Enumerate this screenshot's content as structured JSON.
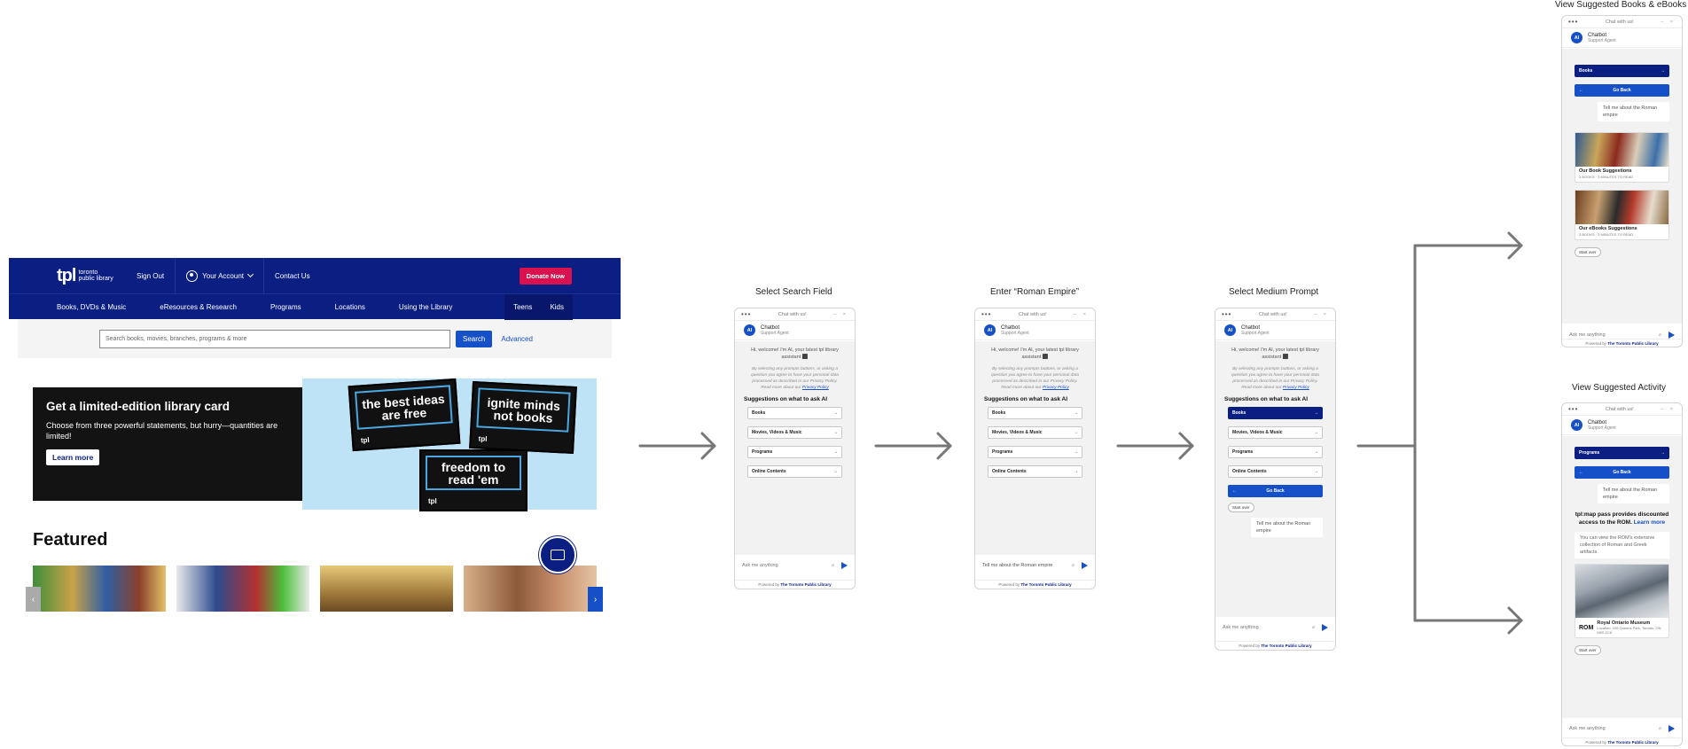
{
  "site": {
    "logo_mark": "tpl",
    "logo_text_1": "toronto",
    "logo_text_2": "public library",
    "sign_out": "Sign Out",
    "your_account": "Your Account",
    "contact_us": "Contact Us",
    "donate": "Donate Now",
    "nav": [
      "Books, DVDs & Music",
      "eResources & Research",
      "Programs",
      "Locations",
      "Using the Library"
    ],
    "nav_right": [
      "Teens",
      "Kids"
    ],
    "search_placeholder": "Search books, movies, branches, programs & more",
    "search_button": "Search",
    "advanced": "Advanced",
    "hero_title": "Get a limited-edition library card",
    "hero_body": "Choose from three powerful statements, but hurry—quantities are limited!",
    "learn_more": "Learn more",
    "cards": [
      "the best ideas are free",
      "ignite minds not books",
      "freedom to read 'em"
    ],
    "card_logo": "tpl",
    "featured": "Featured"
  },
  "steps": {
    "step1": "Select Search Field",
    "step2": "Enter “Roman Empire”",
    "step3": "Select Medium Prompt",
    "step4a": "View Suggested Books & eBooks",
    "step4b": "View Suggested Activity"
  },
  "chat": {
    "header": "Chat with us!",
    "agent_name": "Chatbot",
    "agent_role": "Support Agent",
    "avatar": "AI",
    "welcome": "Hi, welcome! I'm AI, your latest tpl library assistant ⬛",
    "privacy_1": "By selecting any prompts buttons, or asking a question you agree to have your personal data processed as described in our Privacy Policy.",
    "privacy_2": "Read more about our",
    "privacy_link": "Privacy Policy",
    "suggestions_title": "Suggestions on what to ask AI",
    "options": [
      "Books",
      "Movies, Videos & Music",
      "Programs",
      "Online Contents"
    ],
    "input_placeholder": "Ask me anything",
    "input_typed": "Tell me about the Roman empire",
    "powered_prefix": "Powered by",
    "powered_org": "The Toronto Public Library",
    "go_back": "Go Back",
    "start_over": "Start over",
    "user_message": "Tell me about the Roman empire",
    "book_suggestions": "Our Book Suggestions",
    "book_meta": "3 BOOKS · 3 MINUTES TO READ",
    "ebook_suggestions": "Our eBooks Suggestions",
    "ebook_meta": "3 BOOKS · 3 MINUTES TO READ",
    "rom_text": "tpl:map pass provides discounted access to the ROM.",
    "rom_link": "Learn more",
    "rom_note": "You can view the ROM's extensive collection of Roman and Greek artifacts.",
    "rom_title": "Royal Ontario Museum",
    "rom_address": "Location: 100 Queens Park, Toronto, ON M5S 2C6",
    "rom_logo": "ROM"
  },
  "colors": {
    "brand_navy": "#0b1e82",
    "brand_blue": "#1650c8",
    "donate_pink": "#d9114e",
    "arrow_gray": "#777777"
  }
}
